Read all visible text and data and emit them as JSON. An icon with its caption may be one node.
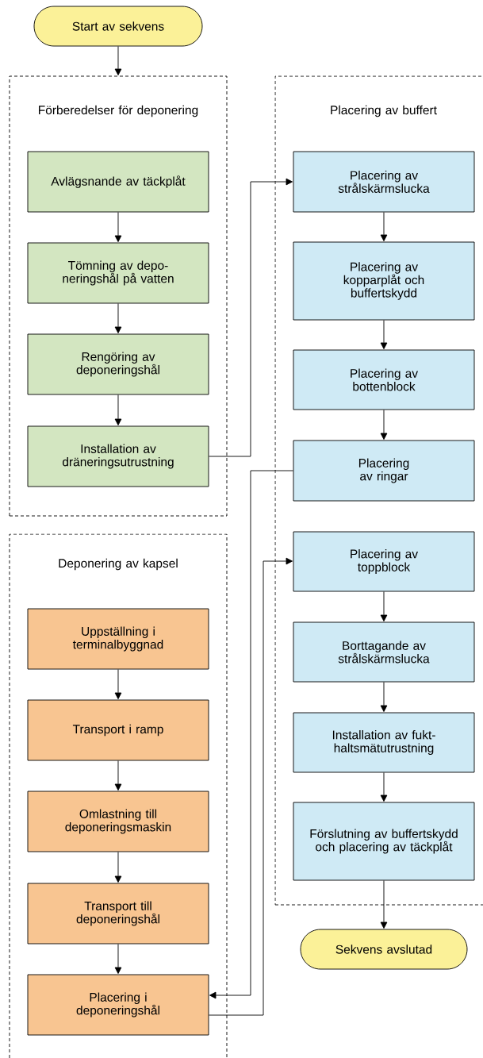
{
  "diagram": {
    "nodes": [
      {
        "text": [
          "Start av sekvens"
        ]
      },
      {
        "text": [
          "Förberedelser för deponering"
        ]
      },
      {
        "text": [
          "Avlägsnande av täckplåt"
        ],
        "in": 1
      },
      {
        "text": [
          "Tömning av depo- neringshål på vatten"
        ],
        "in": 1
      },
      {
        "text": [
          "Rengöring av deponeringshål"
        ],
        "in": 1
      },
      {
        "text": [
          "Installation av dräneringsutrustning"
        ],
        "in": 1
      },
      {
        "text": [
          "Deponering av kapsel"
        ]
      },
      {
        "text": [
          "Uppställning i terminalbyggnad"
        ],
        "in": 6
      },
      {
        "text": [
          "Transport i ramp"
        ],
        "in": 6
      },
      {
        "text": [
          "Omlastning till deponeringsmaskin"
        ],
        "in": 6
      },
      {
        "text": [
          "Transport till deponeringshål"
        ],
        "in": 6
      },
      {
        "text": [
          "Placering i deponeringshål"
        ],
        "in": 6
      },
      {
        "text": [
          "Placering av buffert"
        ]
      },
      {
        "text": [
          "Placering av strålskärmslucka"
        ],
        "in": 12
      },
      {
        "text": [
          "Placering av kopparplåt och buffertskydd"
        ],
        "in": 12
      },
      {
        "text": [
          "Placering av bottenblock"
        ],
        "in": 12
      },
      {
        "text": [
          "Placering av ringar"
        ],
        "in": 12
      },
      {
        "text": [
          "Placering av toppblock"
        ],
        "in": 12
      },
      {
        "text": [
          "Borttagande av strålskärmslucka"
        ],
        "in": 12
      },
      {
        "text": [
          "Installation av fukt- haltsmätutrustning"
        ],
        "in": 12
      },
      {
        "text": [
          "Förslutning av buffertskydd och placering av täckplåt"
        ],
        "in": 12
      },
      {
        "text": [
          "Sekvens avslutad"
        ]
      }
    ],
    "edges": [
      {
        "from": 0,
        "to": 1,
        "arrow": "to"
      },
      {
        "from": 2,
        "to": 3,
        "arrow": "to"
      },
      {
        "from": 3,
        "to": 4,
        "arrow": "to"
      },
      {
        "from": 4,
        "to": 5,
        "arrow": "to"
      },
      {
        "from": 5,
        "to": 13,
        "arrow": "to"
      },
      {
        "from": 7,
        "to": 8,
        "arrow": "to"
      },
      {
        "from": 8,
        "to": 9,
        "arrow": "to"
      },
      {
        "from": 9,
        "to": 10,
        "arrow": "to"
      },
      {
        "from": 10,
        "to": 11,
        "arrow": "to"
      },
      {
        "from": 13,
        "to": 14,
        "arrow": "to"
      },
      {
        "from": 14,
        "to": 15,
        "arrow": "to"
      },
      {
        "from": 15,
        "to": 16,
        "arrow": "to"
      },
      {
        "from": 16,
        "to": 11,
        "arrow": "to"
      },
      {
        "from": 11,
        "to": 17,
        "arrow": "to"
      },
      {
        "from": 17,
        "to": 18,
        "arrow": "to"
      },
      {
        "from": 18,
        "to": 19,
        "arrow": "to"
      },
      {
        "from": 19,
        "to": 20,
        "arrow": "to"
      },
      {
        "from": 20,
        "to": 21,
        "arrow": "to"
      }
    ]
  }
}
